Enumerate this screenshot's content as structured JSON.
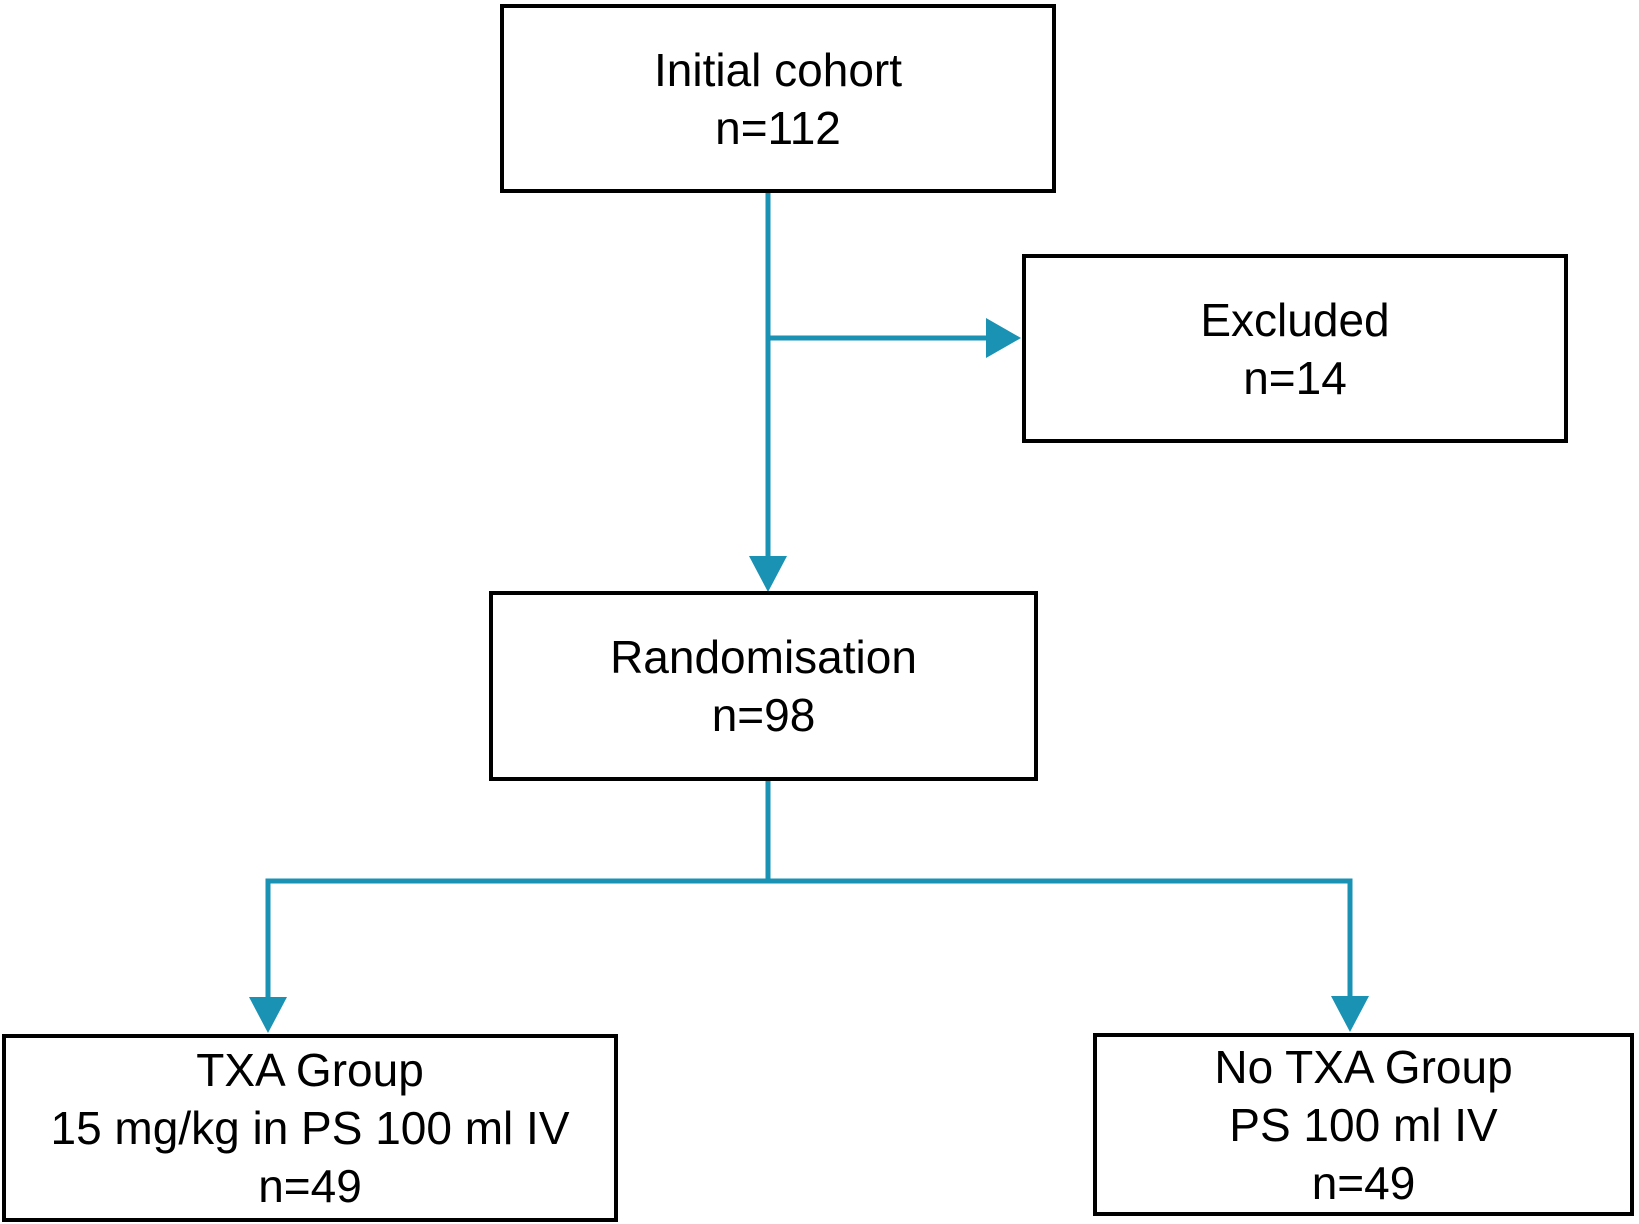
{
  "figure": {
    "kind": "trial-flow-diagram",
    "accent_color": "#1992b4",
    "box_border_color": "#000000",
    "background_color": "#ffffff",
    "nodes": {
      "initial": {
        "lines": [
          "Initial cohort",
          "n=112"
        ]
      },
      "excluded": {
        "lines": [
          "Excluded",
          "n=14"
        ]
      },
      "randomisation": {
        "lines": [
          "Randomisation",
          "n=98"
        ]
      },
      "txa": {
        "lines": [
          "TXA Group",
          "15 mg/kg in PS 100 ml IV",
          "n=49"
        ]
      },
      "no_txa": {
        "lines": [
          "No TXA Group",
          "PS 100 ml IV",
          "n=49"
        ]
      }
    }
  }
}
